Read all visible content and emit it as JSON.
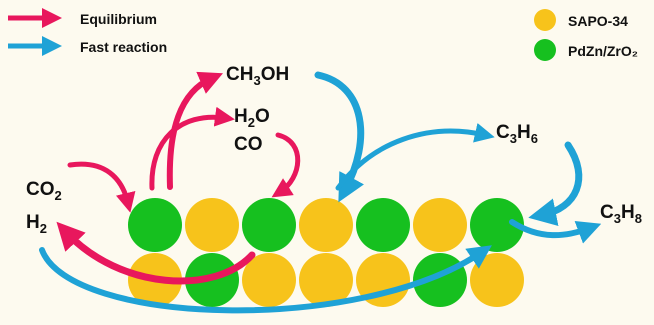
{
  "legend": {
    "equilibrium": "Equilibrium",
    "fast_reaction": "Fast reaction",
    "sapo": "SAPO-34",
    "pdzn": "PdZn/ZrO₂"
  },
  "colors": {
    "equilibrium": "#e8175d",
    "fast_reaction": "#1fa2d6",
    "sapo": "#f7c31b",
    "pdzn": "#16c01f",
    "background": "#fdfaef"
  },
  "species": {
    "methanol": {
      "a": "CH",
      "sub1": "3",
      "b": "OH"
    },
    "water": {
      "a": "H",
      "sub1": "2",
      "b": "O"
    },
    "co": {
      "a": "CO"
    },
    "co2": {
      "a": "CO",
      "sub1": "2"
    },
    "h2": {
      "a": "H",
      "sub1": "2"
    },
    "propene": {
      "a": "C",
      "sub1": "3",
      "b": "H",
      "sub2": "6"
    },
    "propane": {
      "a": "C",
      "sub1": "3",
      "b": "H",
      "sub2": "8"
    }
  },
  "catalyst": {
    "top_row": [
      "pdzn",
      "sapo",
      "pdzn",
      "sapo",
      "pdzn",
      "sapo",
      "pdzn"
    ],
    "bottom_row": [
      "sapo",
      "pdzn",
      "sapo",
      "sapo",
      "sapo",
      "pdzn",
      "sapo"
    ]
  }
}
